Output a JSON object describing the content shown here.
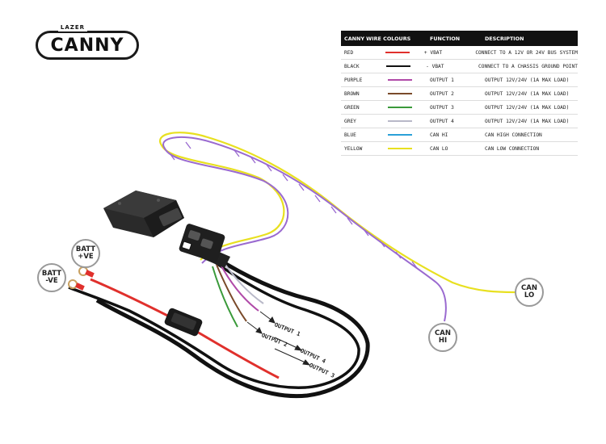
{
  "logo": {
    "top_text": "LAZER",
    "brand": "CANNY"
  },
  "table": {
    "headers": [
      "CANNY WIRE COLOURS",
      "FUNCTION",
      "DESCRIPTION"
    ],
    "rows": [
      {
        "colour": "RED",
        "swatch": "#e0302c",
        "function": "+ VBAT",
        "description": "CONNECT TO A 12V OR 24V BUS SYSTEM"
      },
      {
        "colour": "BLACK",
        "swatch": "#111111",
        "function": "- VBAT",
        "description": "CONNECT TO A CHASSIS GROUND POINT"
      },
      {
        "colour": "PURPLE",
        "swatch": "#b04aa8",
        "function": "OUTPUT 1",
        "description": "OUTPUT 12V/24V (1A MAX LOAD)"
      },
      {
        "colour": "BROWN",
        "swatch": "#7a4a2a",
        "function": "OUTPUT 2",
        "description": "OUTPUT 12V/24V (1A MAX LOAD)"
      },
      {
        "colour": "GREEN",
        "swatch": "#3a9a3a",
        "function": "OUTPUT 3",
        "description": "OUTPUT 12V/24V (1A MAX LOAD)"
      },
      {
        "colour": "GREY",
        "swatch": "#b8b8c8",
        "function": "OUTPUT 4",
        "description": "OUTPUT 12V/24V (1A MAX LOAD)"
      },
      {
        "colour": "BLUE",
        "swatch": "#2aa0d8",
        "function": "CAN HI",
        "description": "CAN HIGH CONNECTION"
      },
      {
        "colour": "YELLOW",
        "swatch": "#e8e020",
        "function": "CAN LO",
        "description": "CAN LOW CONNECTION"
      }
    ]
  },
  "callouts": {
    "batt_pos": [
      "BATT",
      "+VE"
    ],
    "batt_neg": [
      "BATT",
      "-VE"
    ],
    "can_lo": [
      "CAN",
      "LO"
    ],
    "can_hi": [
      "CAN",
      "HI"
    ]
  },
  "outputs": [
    "OUTPUT 1",
    "OUTPUT 2",
    "OUTPUT 4",
    "OUTPUT 3"
  ],
  "colors": {
    "red": "#e0302c",
    "black": "#111111",
    "purple": "#9a6ad0",
    "yellow": "#e8e020"
  }
}
